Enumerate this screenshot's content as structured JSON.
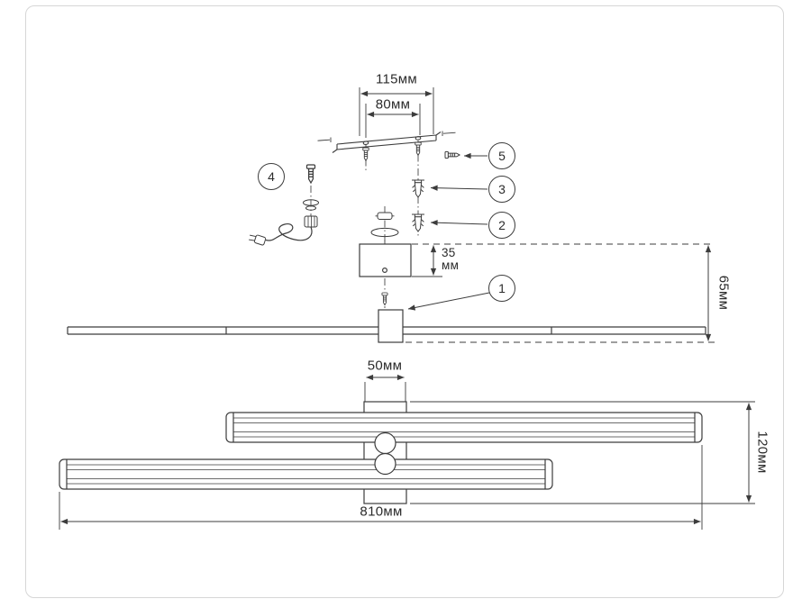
{
  "dims": {
    "d115": "115мм",
    "d80": "80мм",
    "d35_value": "35",
    "d35_unit": "мм",
    "d65": "65мм",
    "d50": "50мм",
    "d120": "120мм",
    "d810": "810мм"
  },
  "callouts": {
    "c1": "1",
    "c2": "2",
    "c3": "3",
    "c4": "4",
    "c5": "5"
  },
  "colors": {
    "line": "#3c3c3c",
    "frame": "#d6d6d6"
  }
}
